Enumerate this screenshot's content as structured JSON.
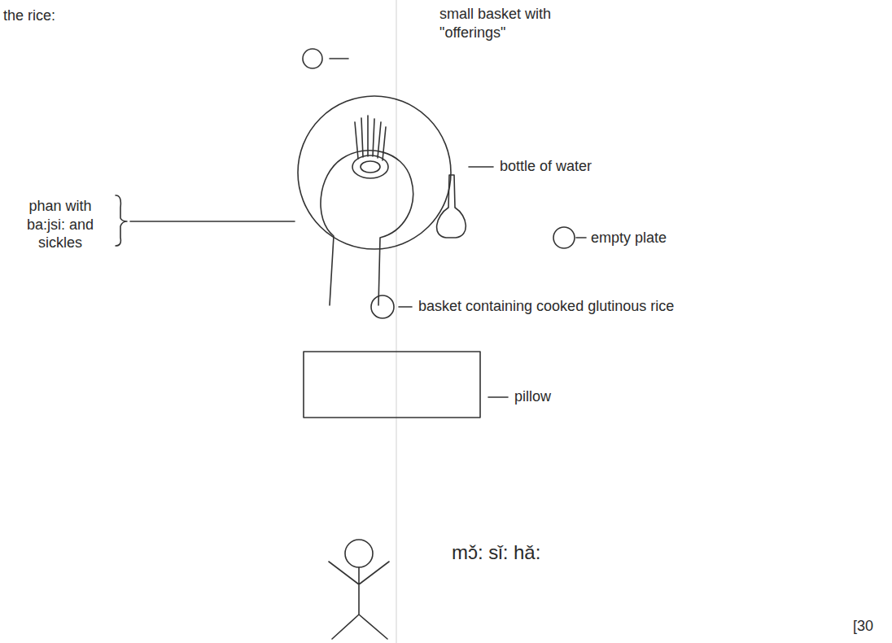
{
  "diagram": {
    "labels": [
      "the rice:",
      "small basket with \"offerings\"",
      "phan with ba:jsi: and sickles",
      "bottle of water",
      "empty plate",
      "basket containing cooked glutinous rice",
      "pillow",
      "mɔ̌: sǐ: hǎ:",
      "[30"
    ]
  }
}
